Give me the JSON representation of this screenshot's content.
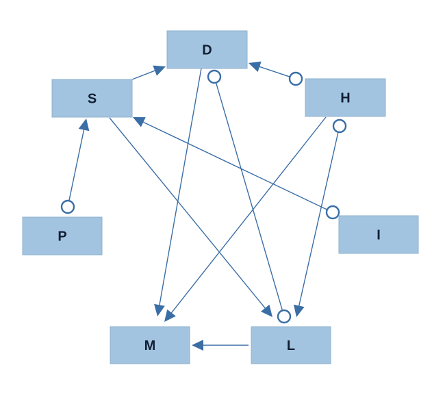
{
  "diagram": {
    "nodes": [
      {
        "id": "D",
        "label": "D"
      },
      {
        "id": "S",
        "label": "S"
      },
      {
        "id": "H",
        "label": "H"
      },
      {
        "id": "P",
        "label": "P"
      },
      {
        "id": "I",
        "label": "I"
      },
      {
        "id": "M",
        "label": "M"
      },
      {
        "id": "L",
        "label": "L"
      }
    ],
    "edges": [
      {
        "from": "S",
        "to": "D",
        "source_end": "none",
        "target_end": "arrow"
      },
      {
        "from": "H",
        "to": "D",
        "source_end": "circle",
        "target_end": "arrow"
      },
      {
        "from": "P",
        "to": "S",
        "source_end": "circle",
        "target_end": "arrow"
      },
      {
        "from": "I",
        "to": "S",
        "source_end": "circle",
        "target_end": "arrow"
      },
      {
        "from": "D",
        "to": "M",
        "source_end": "none",
        "target_end": "arrow"
      },
      {
        "from": "D",
        "to": "L",
        "source_end": "circle",
        "target_end": "circle"
      },
      {
        "from": "S",
        "to": "L",
        "source_end": "none",
        "target_end": "arrow"
      },
      {
        "from": "H",
        "to": "M",
        "source_end": "none",
        "target_end": "arrow"
      },
      {
        "from": "H",
        "to": "L",
        "source_end": "circle",
        "target_end": "arrow"
      },
      {
        "from": "L",
        "to": "M",
        "source_end": "none",
        "target_end": "arrow"
      }
    ],
    "colors": {
      "node_fill": "#a2c4e0",
      "edge": "#3a6ea5",
      "label": "#111e33"
    }
  }
}
